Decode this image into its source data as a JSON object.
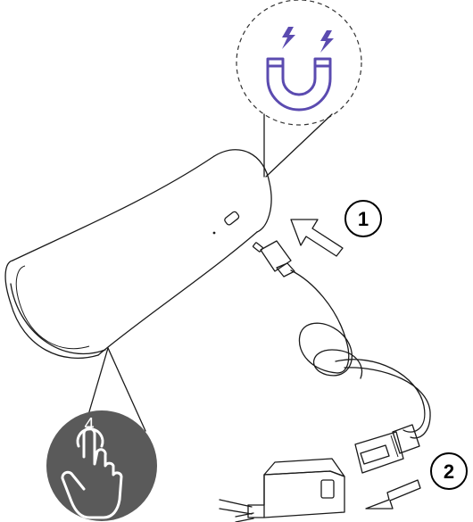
{
  "steps": [
    {
      "number": "1",
      "description": "plug-micro-usb-into-light"
    },
    {
      "number": "2",
      "description": "plug-adapter-into-wall-outlet"
    }
  ],
  "touch_badge": {
    "number": "4"
  },
  "icons": {
    "magnet": "magnet-icon",
    "touch": "touch-hand-icon",
    "arrow": "insert-arrow-icon"
  },
  "colors": {
    "magnet": "#5b4bb0",
    "badge": "#5a5a5a",
    "line": "#1a1a1a"
  }
}
